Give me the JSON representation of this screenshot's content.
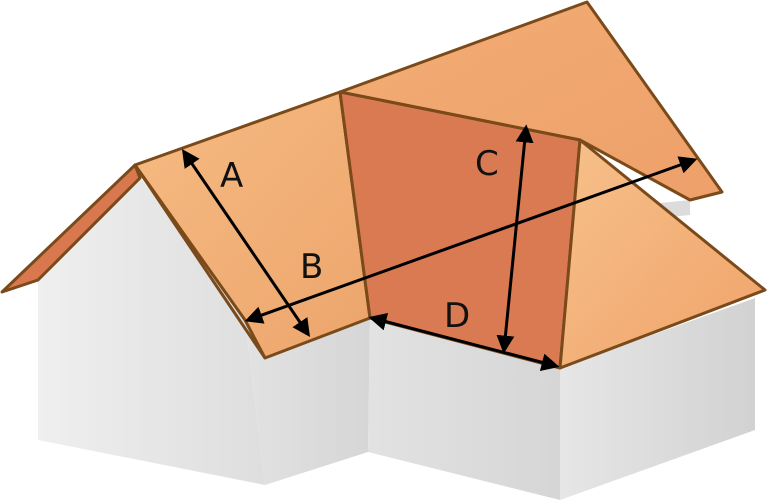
{
  "labels": {
    "a": "A",
    "b": "B",
    "c": "C",
    "d": "D"
  },
  "colors": {
    "roof_light": "#f4b77d",
    "roof_mid": "#efa46b",
    "roof_dark": "#d97a52",
    "roof_edge": "#7a4a1a",
    "wall_light": "#e9e9e9",
    "wall_mid": "#dcdcdc",
    "wall_dark": "#cfcfcf",
    "arrow": "#000000"
  }
}
